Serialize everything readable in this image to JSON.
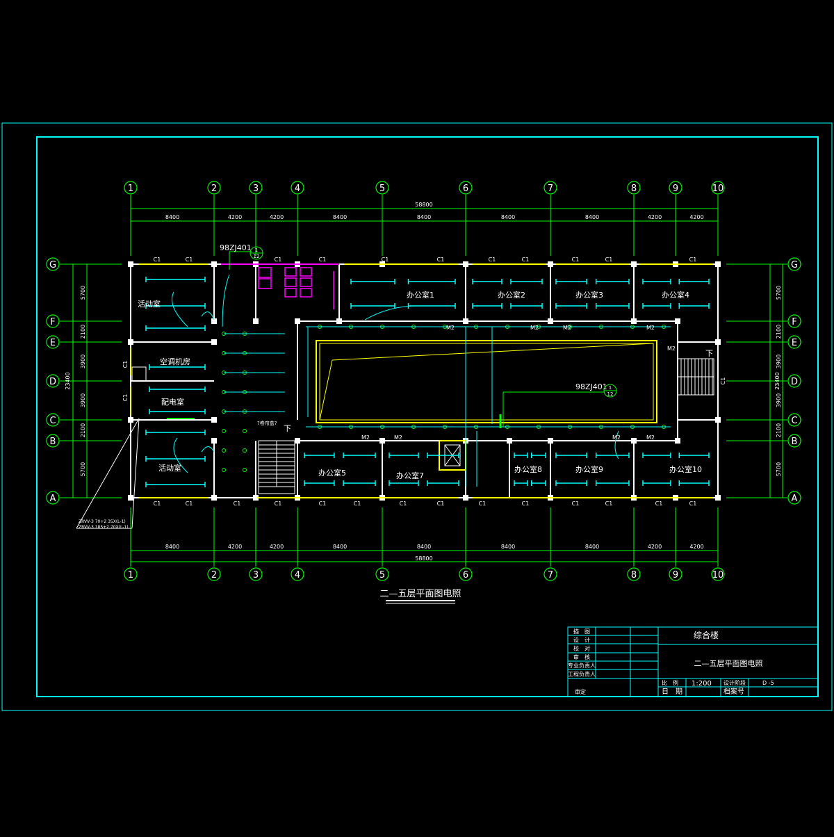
{
  "drawing": {
    "title": "二—五层平面图电照",
    "ref_tag_1": "98ZJ401",
    "ref_tag_2": "98ZJ401",
    "ref_num": "1",
    "ref_den": "12",
    "total_dim": "58800",
    "depth_dim": "23400",
    "cable_note_1": "ZRVV-3 70+2 35X(L-1)",
    "cable_note_2": "ZRVV-3 185+2 70X(L-1)",
    "stair_down": "下",
    "stair_down_2": "下",
    "small_room_tag": "?卷帘盒?"
  },
  "axes": {
    "columns": [
      "1",
      "2",
      "3",
      "4",
      "5",
      "6",
      "7",
      "8",
      "9",
      "10"
    ],
    "rows": [
      "G",
      "F",
      "E",
      "D",
      "C",
      "B",
      "A"
    ],
    "col_spacings": [
      "8400",
      "4200",
      "4200",
      "8400",
      "8400",
      "8400",
      "8400",
      "4200",
      "4200"
    ],
    "row_spacings": [
      "5700",
      "2100",
      "3900",
      "3900",
      "2100",
      "5700"
    ]
  },
  "rooms": {
    "activity_top": "活动室",
    "ac_room": "空调机房",
    "power_room": "配电室",
    "activity_bottom": "活动室",
    "office1": "办公室1",
    "office2": "办公室2",
    "office3": "办公室3",
    "office4": "办公室4",
    "office5": "办公室5",
    "office7": "办公室7",
    "office8": "办公室8",
    "office9": "办公室9",
    "office10": "办公室10"
  },
  "marks": {
    "window": "C1",
    "door": "M2"
  },
  "title_block": {
    "rows": [
      "描　图",
      "设　计",
      "校　对",
      "审　核",
      "专业负责人",
      "工程负责人"
    ],
    "approve": "审定",
    "project": "综合楼",
    "sheet_title": "二—五层平面图电照",
    "scale_label": "比　例",
    "scale": "1:200",
    "stage_label": "设计阶段",
    "drawing_no": "D -5",
    "date_label": "日　期",
    "archive_label": "档案号"
  },
  "colors": {
    "background": "#000000",
    "frame": "#00ffff",
    "wall": "#ffffff",
    "axis": "#00ff00",
    "fixture": "#00ffff",
    "atrium": "#ffff00",
    "toilet": "#ff00ff",
    "text": "#ffffff"
  }
}
